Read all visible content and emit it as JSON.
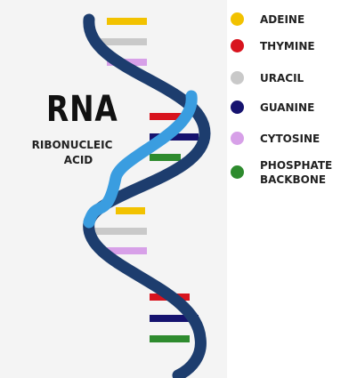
{
  "diagram": {
    "title": "RNA",
    "subtitle_line1": "RIBONUCLEIC",
    "subtitle_line2": "ACID"
  },
  "legend": [
    {
      "label": "ADEINE",
      "color": "#f2c200",
      "icon": "yellow-dot"
    },
    {
      "label": "THYMINE",
      "color": "#d8141e",
      "icon": "red-dot"
    },
    {
      "label": "URACIL",
      "color": "#c9c9c9",
      "icon": "gray-dot"
    },
    {
      "label": "GUANINE",
      "color": "#16136f",
      "icon": "navy-dot"
    },
    {
      "label": "CYTOSINE",
      "color": "#d7a0e8",
      "icon": "violet-dot"
    },
    {
      "label": "PHOSPHATE BACKBONE",
      "color": "#2e8b2e",
      "icon": "green-dot"
    }
  ],
  "helix": {
    "strand_front_color": "#3a9de0",
    "strand_back_color": "#1d3d6e",
    "base_sequence": [
      "ADEINE",
      "URACIL",
      "CYTOSINE",
      "THYMINE",
      "GUANINE",
      "PHOSPHATE BACKBONE",
      "ADEINE",
      "URACIL",
      "CYTOSINE",
      "THYMINE",
      "GUANINE",
      "PHOSPHATE BACKBONE"
    ]
  }
}
